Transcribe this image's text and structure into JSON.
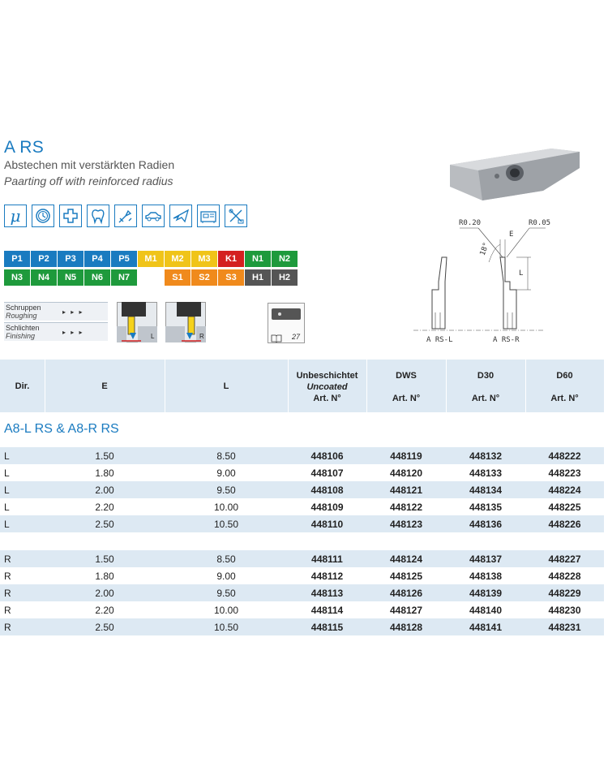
{
  "header": {
    "title": "A RS",
    "subtitle_de": "Abstechen mit verstärkten Radien",
    "subtitle_en": "Paarting off with reinforced radius"
  },
  "application_icons": [
    {
      "name": "mu-icon",
      "glyph": "μ"
    },
    {
      "name": "watch-icon"
    },
    {
      "name": "medical-cross-icon"
    },
    {
      "name": "tooth-icon"
    },
    {
      "name": "tools-icon"
    },
    {
      "name": "car-icon"
    },
    {
      "name": "airplane-icon"
    },
    {
      "name": "machine-icon"
    },
    {
      "name": "hand-tools-icon"
    }
  ],
  "grades": {
    "row1": [
      {
        "label": "P1",
        "color": "#1a7bc0"
      },
      {
        "label": "P2",
        "color": "#1a7bc0"
      },
      {
        "label": "P3",
        "color": "#1a7bc0"
      },
      {
        "label": "P4",
        "color": "#1a7bc0"
      },
      {
        "label": "P5",
        "color": "#1a7bc0"
      },
      {
        "label": "M1",
        "color": "#f0c419"
      },
      {
        "label": "M2",
        "color": "#f0c419"
      },
      {
        "label": "M3",
        "color": "#f0c419"
      },
      {
        "label": "K1",
        "color": "#d42020"
      },
      {
        "label": "N1",
        "color": "#1e9a3c"
      },
      {
        "label": "N2",
        "color": "#1e9a3c"
      }
    ],
    "row2": [
      {
        "label": "N3",
        "color": "#1e9a3c"
      },
      {
        "label": "N4",
        "color": "#1e9a3c"
      },
      {
        "label": "N5",
        "color": "#1e9a3c"
      },
      {
        "label": "N6",
        "color": "#1e9a3c"
      },
      {
        "label": "N7",
        "color": "#1e9a3c"
      },
      {
        "label": "",
        "color": "transparent"
      },
      {
        "label": "S1",
        "color": "#f08a1c"
      },
      {
        "label": "S2",
        "color": "#f08a1c"
      },
      {
        "label": "S3",
        "color": "#f08a1c"
      },
      {
        "label": "H1",
        "color": "#555555"
      },
      {
        "label": "H2",
        "color": "#555555"
      }
    ]
  },
  "machining": {
    "roughing_de": "Schruppen",
    "roughing_en": "Roughing",
    "finishing_de": "Schlichten",
    "finishing_en": "Finishing",
    "arrows": "▸ ▸ ▸",
    "left_tag": "L",
    "right_tag": "R",
    "page_ref": "27"
  },
  "diagram": {
    "r1": "R0.20",
    "r2": "R0.05",
    "angle": "18°",
    "e": "E",
    "l": "L",
    "left_caption": "A RS-L",
    "right_caption": "A RS-R"
  },
  "table": {
    "headers": {
      "dir": "Dir.",
      "e": "E",
      "l": "L",
      "uncoated_de": "Unbeschichtet",
      "uncoated_en": "Uncoated",
      "art": "Art. N°",
      "dws": "DWS",
      "d30": "D30",
      "d60": "D60"
    },
    "section_title": "A8-L RS & A8-R RS",
    "rows": [
      [
        "L",
        "1.50",
        "8.50",
        "448106",
        "448119",
        "448132",
        "448222"
      ],
      [
        "L",
        "1.80",
        "9.00",
        "448107",
        "448120",
        "448133",
        "448223"
      ],
      [
        "L",
        "2.00",
        "9.50",
        "448108",
        "448121",
        "448134",
        "448224"
      ],
      [
        "L",
        "2.20",
        "10.00",
        "448109",
        "448122",
        "448135",
        "448225"
      ],
      [
        "L",
        "2.50",
        "10.50",
        "448110",
        "448123",
        "448136",
        "448226"
      ],
      [
        "R",
        "1.50",
        "8.50",
        "448111",
        "448124",
        "448137",
        "448227"
      ],
      [
        "R",
        "1.80",
        "9.00",
        "448112",
        "448125",
        "448138",
        "448228"
      ],
      [
        "R",
        "2.00",
        "9.50",
        "448113",
        "448126",
        "448139",
        "448229"
      ],
      [
        "R",
        "2.20",
        "10.00",
        "448114",
        "448127",
        "448140",
        "448230"
      ],
      [
        "R",
        "2.50",
        "10.50",
        "448115",
        "448128",
        "448141",
        "448231"
      ]
    ]
  }
}
